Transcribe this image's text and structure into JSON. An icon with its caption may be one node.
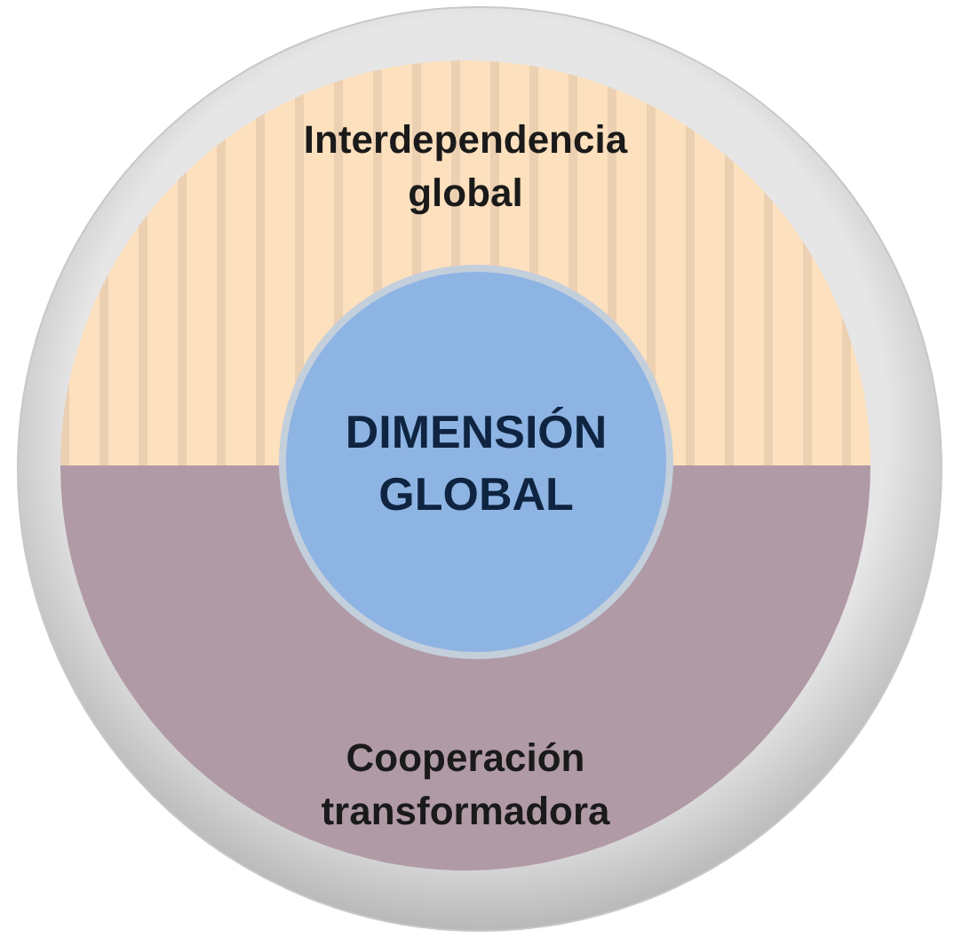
{
  "diagram": {
    "nodes": [
      {
        "text": [],
        "shape": "circle"
      },
      {
        "text": [
          "Interdependencia global"
        ],
        "in": 0
      },
      {
        "text": [
          "Cooperación transformadora"
        ],
        "in": 0
      },
      {
        "text": [
          "DIMENSIÓN GLOBAL"
        ],
        "in": 0
      }
    ],
    "edges": []
  }
}
